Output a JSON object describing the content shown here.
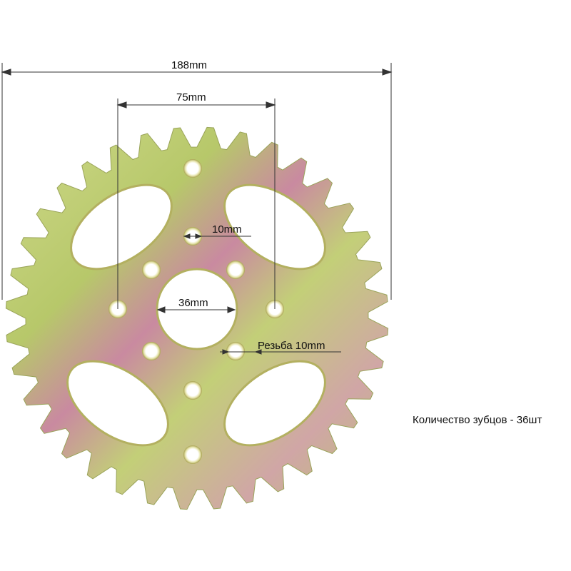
{
  "dimensions": {
    "outer_diameter": "188mm",
    "bolt_spacing": "75mm",
    "hole_diameter": "10mm",
    "center_bore": "36mm",
    "thread": "Резьба 10mm"
  },
  "note": "Количество зубцов - 36шт",
  "sprocket": {
    "teeth": 36
  },
  "colors": {
    "metal_green": "#c9d67e",
    "metal_pink": "#c98aa0",
    "line": "#333333"
  }
}
